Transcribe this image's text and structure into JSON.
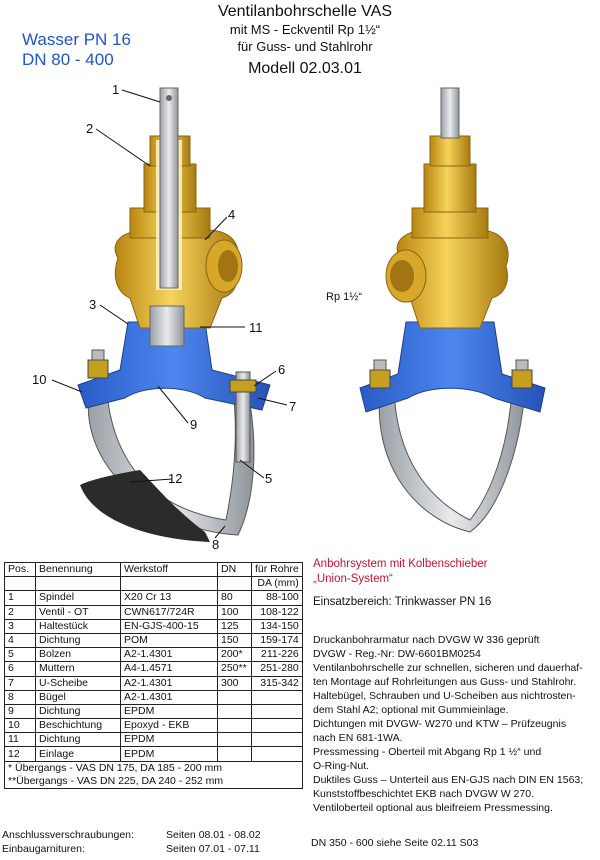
{
  "title": {
    "line1": "Ventilanbohrschelle  VAS",
    "line2": "mit MS - Eckventil Rp 1½“",
    "line3": "für Guss- und Stahlrohr",
    "line4": "Modell 02.03.01"
  },
  "spec": {
    "line1": "Wasser PN 16",
    "line2": "DN 80 - 400"
  },
  "figure": {
    "callouts": [
      "1",
      "2",
      "3",
      "4",
      "5",
      "6",
      "7",
      "8",
      "9",
      "10",
      "11",
      "12"
    ],
    "rp_label": "Rp 1½“",
    "colors": {
      "brass": "#e8b730",
      "brass_dark": "#b98612",
      "blue": "#3f76e0",
      "steel": "#c9cccf",
      "rubber": "#2b2b2b"
    }
  },
  "parts_table": {
    "headers": [
      "Pos.",
      "Benennung",
      "Werkstoff",
      "DN",
      "für Rohre"
    ],
    "subheader": "DA (mm)",
    "rows": [
      [
        "1",
        "Spindel",
        "X20 Cr 13",
        "80",
        "88-100"
      ],
      [
        "2",
        "Ventil - OT",
        "CWN617/724R",
        "100",
        "108-122"
      ],
      [
        "3",
        "Haltestück",
        "EN-GJS-400-15",
        "125",
        "134-150"
      ],
      [
        "4",
        "Dichtung",
        "POM",
        "150",
        "159-174"
      ],
      [
        "5",
        "Bolzen",
        "A2-1.4301",
        "200*",
        "211-226"
      ],
      [
        "6",
        "Muttern",
        "A4-1.4571",
        "250**",
        "251-280"
      ],
      [
        "7",
        "U-Scheibe",
        "A2-1.4301",
        "300",
        "315-342"
      ],
      [
        "8",
        "Bügel",
        "A2-1.4301",
        "",
        ""
      ],
      [
        "9",
        "Dichtung",
        "EPDM",
        "",
        ""
      ],
      [
        "10",
        "Beschichtung",
        "Epoxyd - EKB",
        "",
        ""
      ],
      [
        "11",
        "Dichtung",
        "EPDM",
        "",
        ""
      ],
      [
        "12",
        "Einlage",
        "EPDM",
        "",
        ""
      ]
    ],
    "notes": [
      "*  Übergangs - VAS DN 175, DA 185 - 200 mm",
      "**Übergangs - VAS DN 225, DA 240 - 252 mm"
    ]
  },
  "right_text": {
    "red1": "Anbohrsystem mit Kolbenschieber",
    "red2": "„Union-System“",
    "area": "Einsatzbereich:  Trinkwasser PN 16",
    "desc": [
      "Druckanbohrarmatur nach DVGW W 336 geprüft",
      "DVGW - Reg.-Nr:  DW-6601BM0254",
      "Ventilanbohrschelle zur schnellen, sicheren und dauerhaf-",
      "ten Montage auf Rohrleitungen aus Guss- und Stahlrohr.",
      "Haltebügel, Schrauben und U-Scheiben aus nichtrosten-",
      "dem Stahl A2; optional mit Gummieinlage.",
      "Dichtungen mit DVGW- W270 und KTW – Prüfzeugnis",
      "nach EN 681-1WA.",
      "Pressmessing - Oberteil mit Abgang Rp 1 ½“ und",
      "O-Ring-Nut.",
      "Duktiles Guss – Unterteil aus EN-GJS nach DIN EN  1563;",
      "Kunststoffbeschichtet EKB nach DVGW W 270.",
      "Ventiloberteil optional aus bleifreiem Pressmessing."
    ]
  },
  "footer": {
    "rows": [
      {
        "label": "Anschlussverschraubungen:",
        "value": "Seiten 08.01 - 08.02"
      },
      {
        "label": "Einbaugarnituren:",
        "value": "Seiten 07.01 - 07.11"
      }
    ],
    "right": "DN  350 - 600 siehe Seite 02.11 S03"
  }
}
